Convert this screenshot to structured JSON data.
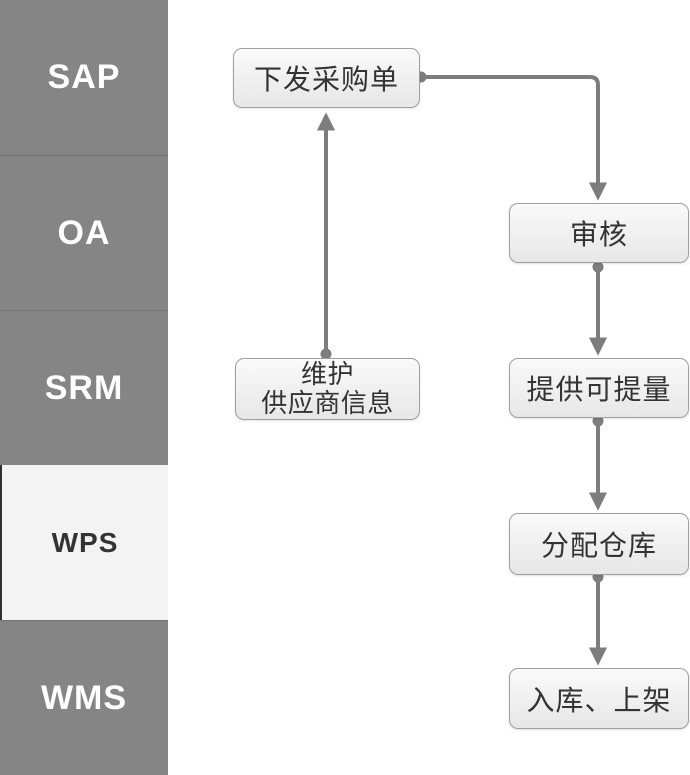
{
  "sidebar": {
    "items": [
      {
        "label": "SAP",
        "active": false
      },
      {
        "label": "OA",
        "active": false
      },
      {
        "label": "SRM",
        "active": false
      },
      {
        "label": "WPS",
        "active": true
      },
      {
        "label": "WMS",
        "active": false
      }
    ]
  },
  "flowchart": {
    "nodes": [
      {
        "id": "issue-purchase-order",
        "label": "下发采购单"
      },
      {
        "id": "review",
        "label": "审核"
      },
      {
        "id": "maintain-supplier-info",
        "lines": [
          "维护",
          "供应商信息"
        ]
      },
      {
        "id": "provide-available-quantity",
        "label": "提供可提量"
      },
      {
        "id": "assign-warehouse",
        "label": "分配仓库"
      },
      {
        "id": "inbound-and-shelving",
        "label": "入库、上架"
      }
    ],
    "edges": [
      {
        "from": "maintain-supplier-info",
        "to": "issue-purchase-order",
        "direction": "up"
      },
      {
        "from": "issue-purchase-order",
        "to": "review",
        "direction": "right-then-down"
      },
      {
        "from": "review",
        "to": "provide-available-quantity",
        "direction": "down"
      },
      {
        "from": "provide-available-quantity",
        "to": "assign-warehouse",
        "direction": "down"
      },
      {
        "from": "assign-warehouse",
        "to": "inbound-and-shelving",
        "direction": "down"
      }
    ]
  },
  "colors": {
    "canvas_bg": "#ffffff",
    "lane_gray": "#858585",
    "lane_text": "#ffffff",
    "lane_active_bg": "#f3f3f3",
    "lane_active_text": "#333333",
    "node_bg_top": "#fafafa",
    "node_bg_bottom": "#e7e7e7",
    "node_border": "#9f9f9f",
    "node_text": "#333333",
    "connector": "#7d7d7d"
  }
}
